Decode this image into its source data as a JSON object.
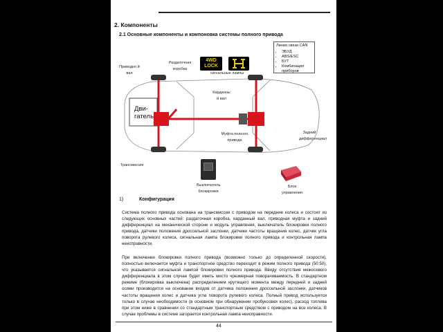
{
  "section_title": "2. Компоненты",
  "subsection_title": "2.1 Основные компоненты и компоновка системы полного привода",
  "can_box": {
    "title": "Линия связи CAN",
    "items": [
      "ЭБУД",
      "ABS/ESC",
      "БУТ",
      "Комбинация приборов"
    ]
  },
  "badges": {
    "lock_line1": "4WD",
    "lock_line2": "LOCK",
    "signal_lamps_label": "сигнальные лампы"
  },
  "labels": {
    "drive_shaft": "Приводно й вал",
    "transfer_case": "Раздаточная коробка",
    "propeller_shaft": "Карданны й вал",
    "engine": "Дви- гатель",
    "awd_clutch": "Муфта полного привода",
    "rear_diff": "Задний дифференциал",
    "transmission": "Трансмиссия",
    "lock_switch": "Выключатель блокировки",
    "control_unit": "Блок управления"
  },
  "config_heading_num": "1)",
  "config_heading": "Конфигурация",
  "paragraph1": "Система полного привода основана на трансмиссии с приводом на передние колеса и состоит из следующих основных частей: раздаточная коробка, карданный вал, приводная муфта и задний дифференциал на механической стороне и модуль управления, выключатель блокировки полного привода, датчики положения дроссельной заслонки, датчики частоты вращения колес, датчик угла поворота рулевого колеса, сигнальная лампа блокировки полного привода и контрольная лампа неисправности.",
  "paragraph2": "При включении блокировки полного привода (возможно только до определенной скорости), полностью включается муфта и транспортное средство переходит в режим полного привода (50:50), что указывается сигнальной лампой блокировки полного привода. Ввиду отсутствия межосевого дифференциала в этом случае будет иметь место чрезмерная поворачиваемость. В стандартном режиме (блокировка выключена) распределением крутящего момента между передней и задней осями производится на основании входов от датчика положения дроссельной заслонки, датчиков частоты вращения колес и датчика угла поворота рулевого колеса. Полный привод используется только в случае необходимости (в основном при обнаружении пробуксовки колес), расход топлива при этом ниже в сравнении со стандартным транспортным средством с приводом на все колеса. В случае проблемы в системе загорается контрольная лампа неисправности.",
  "page_number": "44",
  "colors": {
    "drivetrain": "#d8141c",
    "lamp_bg": "#000000",
    "lock_text": "#e8d000",
    "switch_body": "#2a2a2a",
    "ecu_body": "#c8283a"
  }
}
